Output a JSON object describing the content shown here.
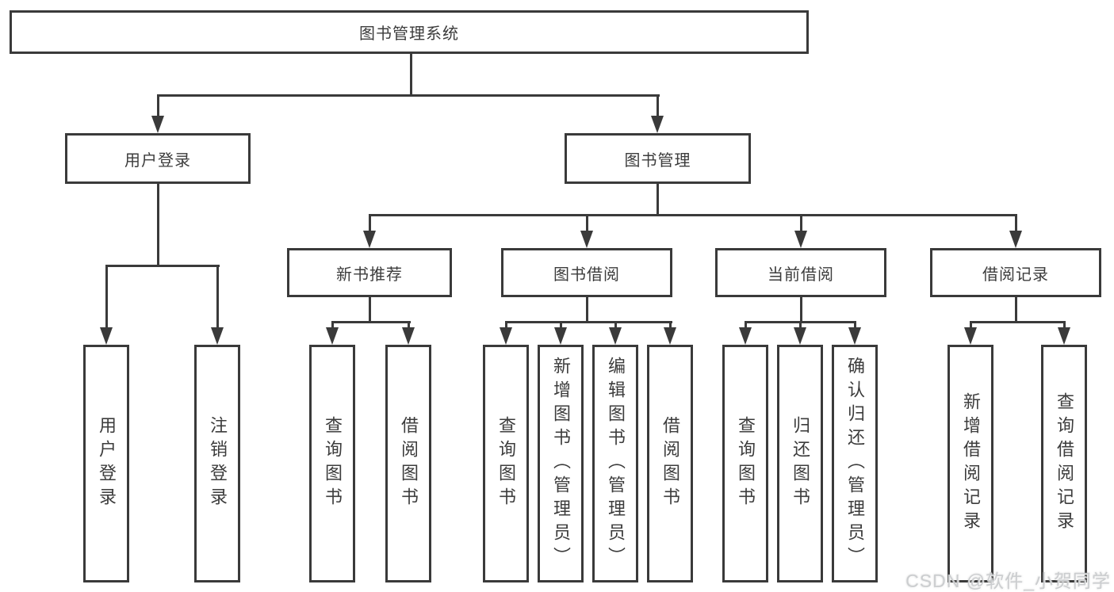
{
  "diagram": {
    "title": "图书管理系统",
    "level2": [
      {
        "id": "user-login",
        "label": "用户登录"
      },
      {
        "id": "book-management",
        "label": "图书管理"
      }
    ],
    "level3": [
      {
        "id": "new-book-recommend",
        "label": "新书推荐"
      },
      {
        "id": "book-borrowing",
        "label": "图书借阅"
      },
      {
        "id": "current-borrowing",
        "label": "当前借阅"
      },
      {
        "id": "borrowing-records",
        "label": "借阅记录"
      }
    ],
    "leaves": [
      {
        "id": "user-login-leaf",
        "label": "用户登录"
      },
      {
        "id": "logout",
        "label": "注销登录"
      },
      {
        "id": "recommend-query-books",
        "label": "查询图书"
      },
      {
        "id": "recommend-borrow-books",
        "label": "借阅图书"
      },
      {
        "id": "borrowing-query-books",
        "label": "查询图书"
      },
      {
        "id": "add-books-admin",
        "label": "新增图书（管理员）"
      },
      {
        "id": "edit-books-admin",
        "label": "编辑图书（管理员）"
      },
      {
        "id": "borrow-books",
        "label": "借阅图书"
      },
      {
        "id": "current-query-books",
        "label": "查询图书"
      },
      {
        "id": "return-books",
        "label": "归还图书"
      },
      {
        "id": "confirm-return-admin",
        "label": "确认归还（管理员）"
      },
      {
        "id": "add-borrow-record",
        "label": "新增借阅记录"
      },
      {
        "id": "query-borrow-record",
        "label": "查询借阅记录"
      }
    ],
    "watermark": "CSDN @软件_小贺同学",
    "colors": {
      "line": "#3a3a3a",
      "text": "#3c3c3c",
      "background": "#ffffff",
      "watermark": "#c9cbce"
    }
  }
}
